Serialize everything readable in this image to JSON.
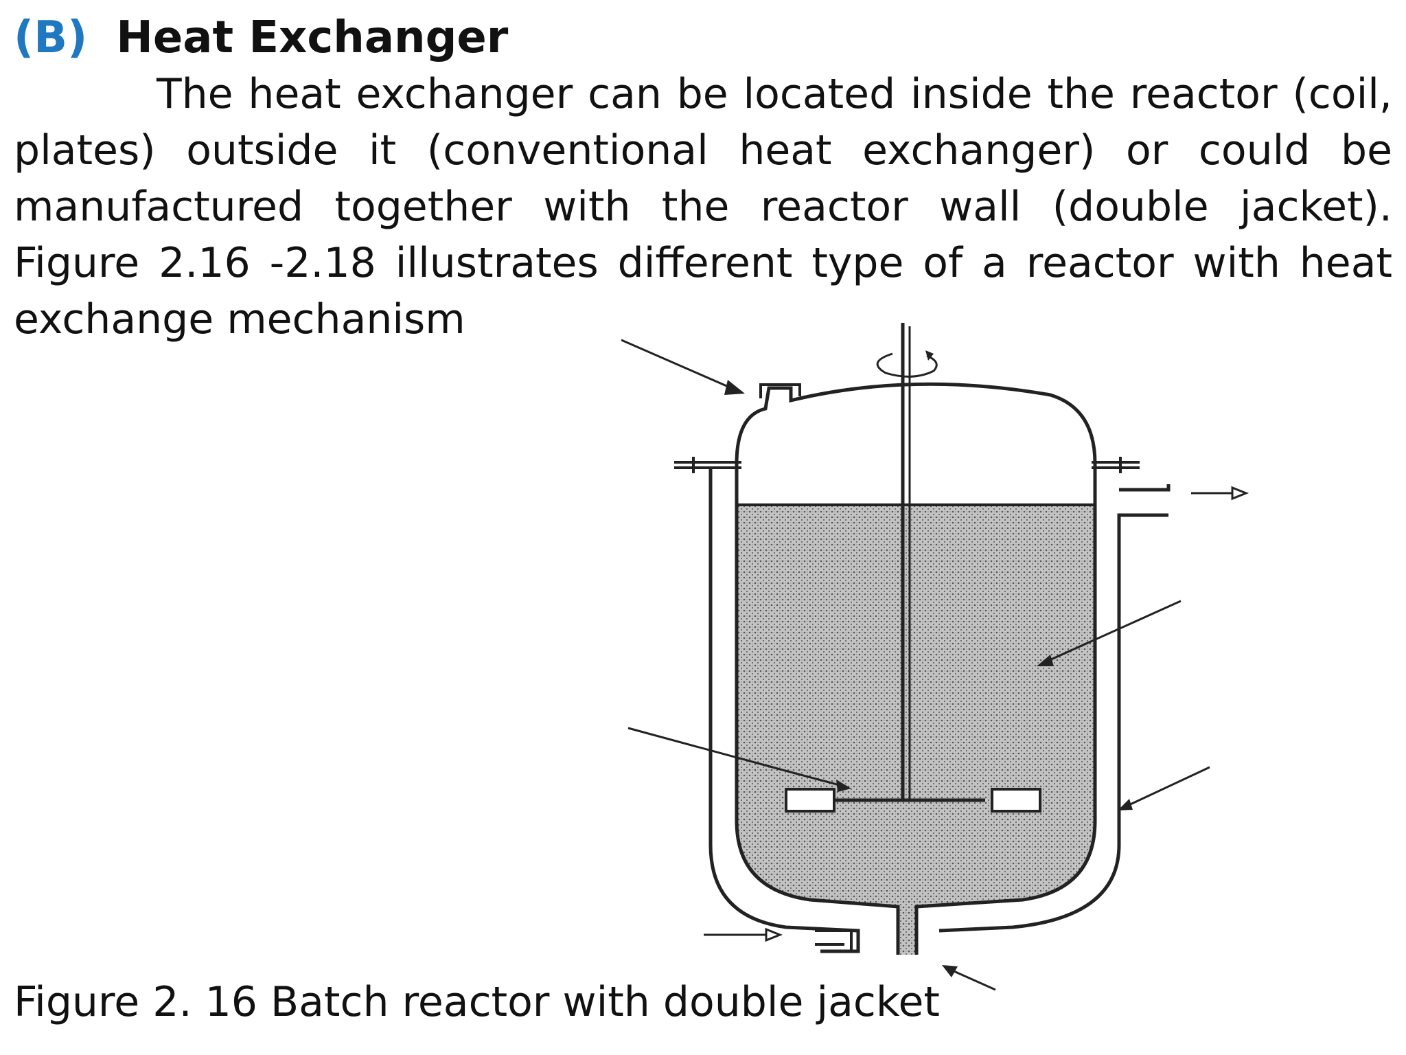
{
  "section": {
    "label": "(B)",
    "title": "Heat Exchanger"
  },
  "paragraph": "The heat exchanger can be located inside the reactor (coil, plates) outside it (conventional heat exchanger) or could be manufactured together with the reactor wall (double jacket). Figure 2.16 -2.18 illustrates different type of a reactor with heat exchange mechanism",
  "figure": {
    "caption": "Figure 2. 16 Batch reactor with double jacket"
  },
  "colors": {
    "label": "#1f78c0",
    "text": "#111111",
    "liquid": "#b8b8b8"
  }
}
